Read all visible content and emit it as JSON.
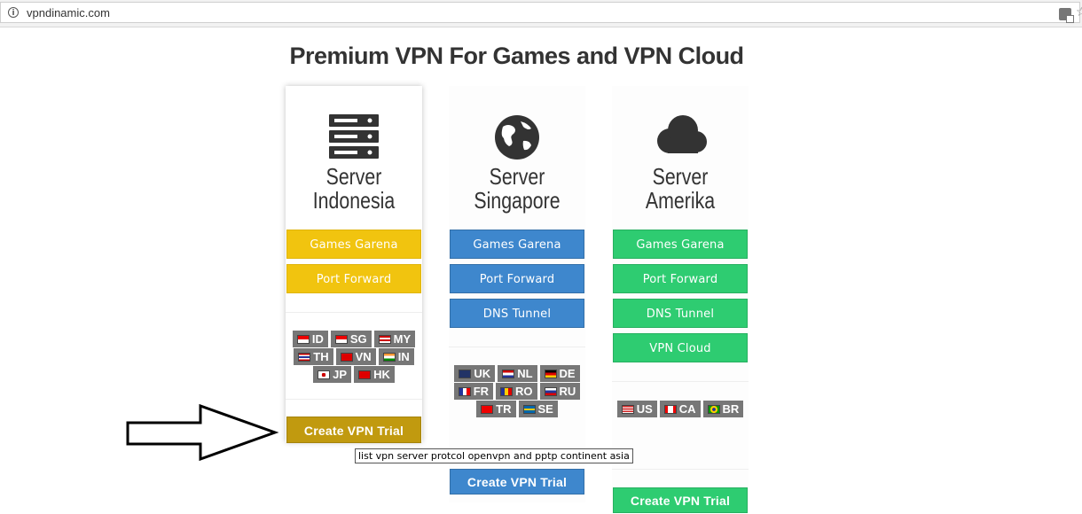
{
  "browser": {
    "url": "vpndinamic.com"
  },
  "page": {
    "heading": "Premium VPN For Games and VPN Cloud"
  },
  "columns": [
    {
      "title_line1": "Server",
      "title_line2": "Indonesia",
      "icon": "server-rack-icon",
      "accent": "#f1c40f",
      "buttons": [
        "Games Garena",
        "Port Forward"
      ],
      "flags": [
        "ID",
        "SG",
        "MY",
        "TH",
        "VN",
        "IN",
        "JP",
        "HK"
      ],
      "cta": "Create VPN Trial"
    },
    {
      "title_line1": "Server",
      "title_line2": "Singapore",
      "icon": "globe-icon",
      "accent": "#3e87cd",
      "buttons": [
        "Games Garena",
        "Port Forward",
        "DNS Tunnel"
      ],
      "flags": [
        "UK",
        "NL",
        "DE",
        "FR",
        "RO",
        "RU",
        "TR",
        "SE"
      ],
      "cta": "Create VPN Trial"
    },
    {
      "title_line1": "Server",
      "title_line2": "Amerika",
      "icon": "cloud-icon",
      "accent": "#2ecc71",
      "buttons": [
        "Games Garena",
        "Port Forward",
        "DNS Tunnel",
        "VPN Cloud"
      ],
      "flags": [
        "US",
        "CA",
        "BR"
      ],
      "cta": "Create VPN Trial"
    }
  ],
  "tooltip": "list vpn server protcol openvpn and pptp continent asia"
}
